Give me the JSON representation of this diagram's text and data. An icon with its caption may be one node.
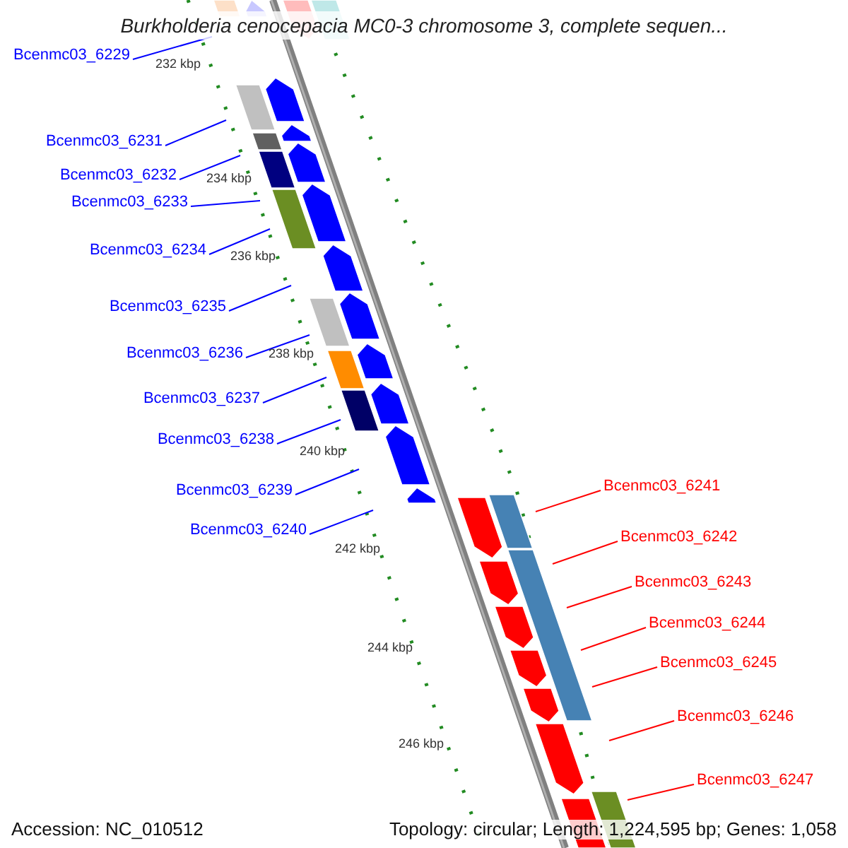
{
  "diagram": {
    "title": "Burkholderia cenocepacia MC0-3 chromosome 3, complete sequen...",
    "nodes": [
      {
        "text": [
          "Bcenmc03_6229"
        ]
      },
      {
        "text": [
          "Bcenmc03_6231"
        ]
      },
      {
        "text": [
          "Bcenmc03_6232"
        ]
      },
      {
        "text": [
          "Bcenmc03_6233"
        ]
      },
      {
        "text": [
          "Bcenmc03_6234"
        ]
      },
      {
        "text": [
          "Bcenmc03_6235"
        ]
      },
      {
        "text": [
          "Bcenmc03_6236"
        ]
      },
      {
        "text": [
          "Bcenmc03_6237"
        ]
      },
      {
        "text": [
          "Bcenmc03_6238"
        ]
      },
      {
        "text": [
          "Bcenmc03_6239"
        ]
      },
      {
        "text": [
          "Bcenmc03_6240"
        ]
      },
      {
        "text": [
          "Bcenmc03_6241"
        ]
      },
      {
        "text": [
          "Bcenmc03_6242"
        ]
      },
      {
        "text": [
          "Bcenmc03_6243"
        ]
      },
      {
        "text": [
          "Bcenmc03_6244"
        ]
      },
      {
        "text": [
          "Bcenmc03_6245"
        ]
      },
      {
        "text": [
          "Bcenmc03_6246"
        ]
      },
      {
        "text": [
          "Bcenmc03_6247"
        ]
      }
    ],
    "edges": [
      {
        "from": 0,
        "to": null,
        "arrow": "none"
      },
      {
        "from": 1,
        "to": null,
        "arrow": "none"
      },
      {
        "from": 2,
        "to": null,
        "arrow": "none"
      },
      {
        "from": 3,
        "to": null,
        "arrow": "none"
      },
      {
        "from": 4,
        "to": null,
        "arrow": "none"
      },
      {
        "from": 5,
        "to": null,
        "arrow": "none"
      },
      {
        "from": 6,
        "to": null,
        "arrow": "none"
      },
      {
        "from": 7,
        "to": null,
        "arrow": "none"
      },
      {
        "from": 8,
        "to": null,
        "arrow": "none"
      },
      {
        "from": 9,
        "to": null,
        "arrow": "none"
      },
      {
        "from": 10,
        "to": null,
        "arrow": "none"
      },
      {
        "from": 11,
        "to": null,
        "arrow": "none",
        "color": "#ff0000"
      },
      {
        "from": 12,
        "to": null,
        "arrow": "none",
        "color": "#ff0000"
      },
      {
        "from": 13,
        "to": null,
        "arrow": "none",
        "color": "#ff0000"
      },
      {
        "from": 14,
        "to": null,
        "arrow": "none",
        "color": "#ff0000"
      },
      {
        "from": 15,
        "to": null,
        "arrow": "none",
        "color": "#ff0000"
      },
      {
        "from": 16,
        "to": null,
        "arrow": "none",
        "color": "#ff0000"
      },
      {
        "from": 17,
        "to": null,
        "arrow": "none",
        "color": "#ff0000"
      }
    ],
    "labels": [
      "232 kbp",
      "234 kbp",
      "236 kbp",
      "238 kbp",
      "240 kbp",
      "242 kbp",
      "244 kbp",
      "246 kbp",
      "Accession: NC_010512",
      "Topology: circular; Length: 1,224,595 bp; Genes: 1,058"
    ]
  }
}
